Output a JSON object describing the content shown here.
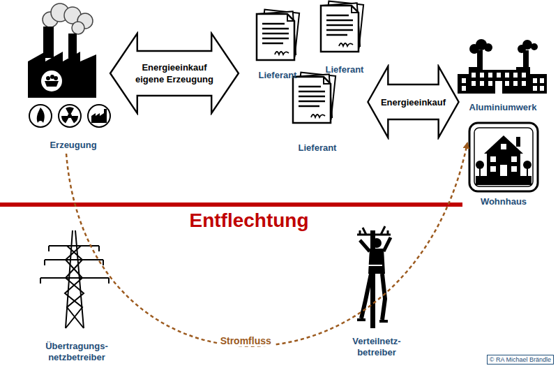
{
  "diagram": {
    "nodes": [
      {
        "text": [
          "Erzeugung"
        ]
      },
      {
        "text": [
          "Energieeinkauf eigene Erzeugung"
        ]
      },
      {
        "text": [
          "Lieferant"
        ]
      },
      {
        "text": [
          "Lieferant"
        ]
      },
      {
        "text": [
          "Lieferant"
        ]
      },
      {
        "text": [
          "Energieeinkauf"
        ]
      },
      {
        "text": [
          "Aluminiumwerk"
        ]
      },
      {
        "text": [
          "Wohnhaus"
        ]
      },
      {
        "text": [
          "Übertragungs- netzbetreiber"
        ]
      },
      {
        "text": [
          "Verteilnetz- betreiber"
        ]
      }
    ],
    "edges": [
      {
        "from": 0,
        "to": 7,
        "label": "Stromfluss",
        "arrow": "to"
      }
    ],
    "labels": [
      "Entflechtung",
      "© RA Michael Brändle"
    ]
  }
}
